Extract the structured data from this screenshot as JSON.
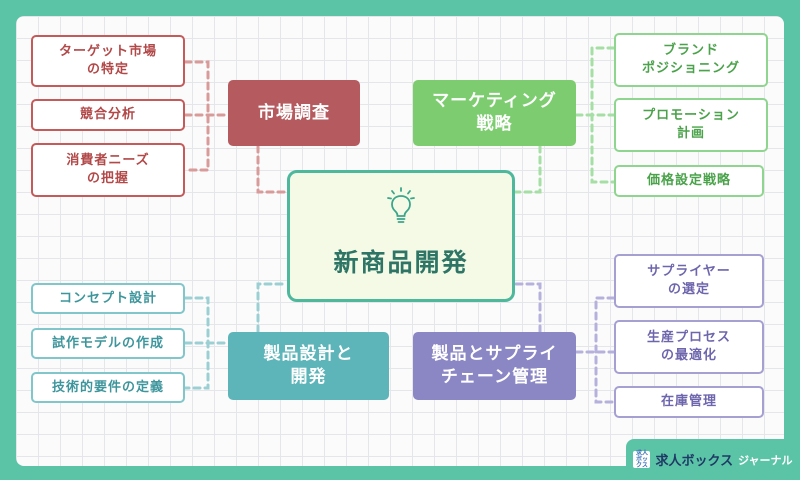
{
  "center": {
    "label": "新商品開発",
    "icon": "lightbulb-icon"
  },
  "branches": {
    "market": {
      "label": "市場調査",
      "color": "#b55a5e",
      "leaves": [
        "ターゲット市場\nの特定",
        "競合分析",
        "消費者ニーズ\nの把握"
      ]
    },
    "marketing": {
      "label": "マーケティング\n戦略",
      "color": "#7dcd70",
      "leaves": [
        "ブランド\nポジショニング",
        "プロモーション\n計画",
        "価格設定戦略"
      ]
    },
    "design": {
      "label": "製品設計と\n開発",
      "color": "#5db5b9",
      "leaves": [
        "コンセプト設計",
        "試作モデルの作成",
        "技術的要件の定義"
      ]
    },
    "supply": {
      "label": "製品とサプライ\nチェーン管理",
      "color": "#8b86c4",
      "leaves": [
        "サプライヤー\nの選定",
        "生産プロセス\nの最適化",
        "在庫管理"
      ]
    }
  },
  "brand": {
    "mark": "求人\nボックス",
    "name": "求人ボックス",
    "sub": "ジャーナル"
  }
}
